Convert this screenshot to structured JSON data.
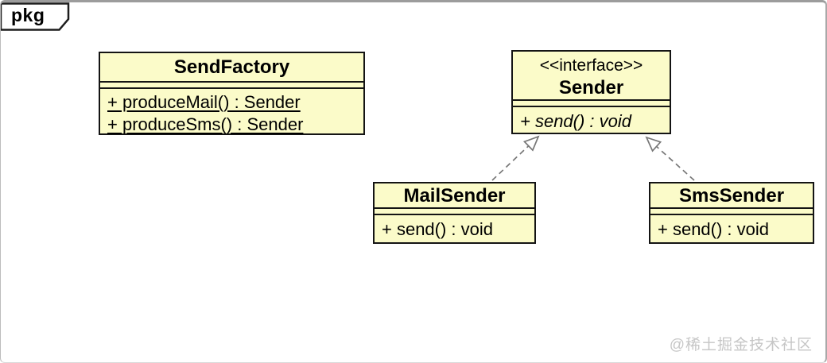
{
  "frame": {
    "tag": "pkg"
  },
  "diagram": {
    "type": "uml-class-diagram",
    "classes": {
      "sendFactory": {
        "name": "SendFactory",
        "methods": [
          "+ produceMail() : Sender",
          "+ produceSms() : Sender"
        ],
        "method_modifiers": [
          "static-underlined",
          "static-underlined"
        ]
      },
      "sender": {
        "stereotype": "<<interface>>",
        "name": "Sender",
        "methods": [
          "+ send() : void"
        ],
        "method_modifiers": [
          "abstract-italic"
        ]
      },
      "mailSender": {
        "name": "MailSender",
        "methods": [
          "+ send() : void"
        ],
        "method_modifiers": [
          "plain"
        ]
      },
      "smsSender": {
        "name": "SmsSender",
        "methods": [
          "+ send() : void"
        ],
        "method_modifiers": [
          "plain"
        ]
      }
    },
    "relations": [
      {
        "from": "MailSender",
        "to": "Sender",
        "type": "realization",
        "line": "dashed",
        "head": "hollow-triangle"
      },
      {
        "from": "SmsSender",
        "to": "Sender",
        "type": "realization",
        "line": "dashed",
        "head": "hollow-triangle"
      }
    ]
  },
  "watermark": "@稀土掘金技术社区",
  "colors": {
    "box_fill": "#fbfbc9",
    "box_border": "#141414",
    "arrow": "#777777",
    "frame_border": "#a8a8a8",
    "watermark": "#c6c6c6"
  }
}
